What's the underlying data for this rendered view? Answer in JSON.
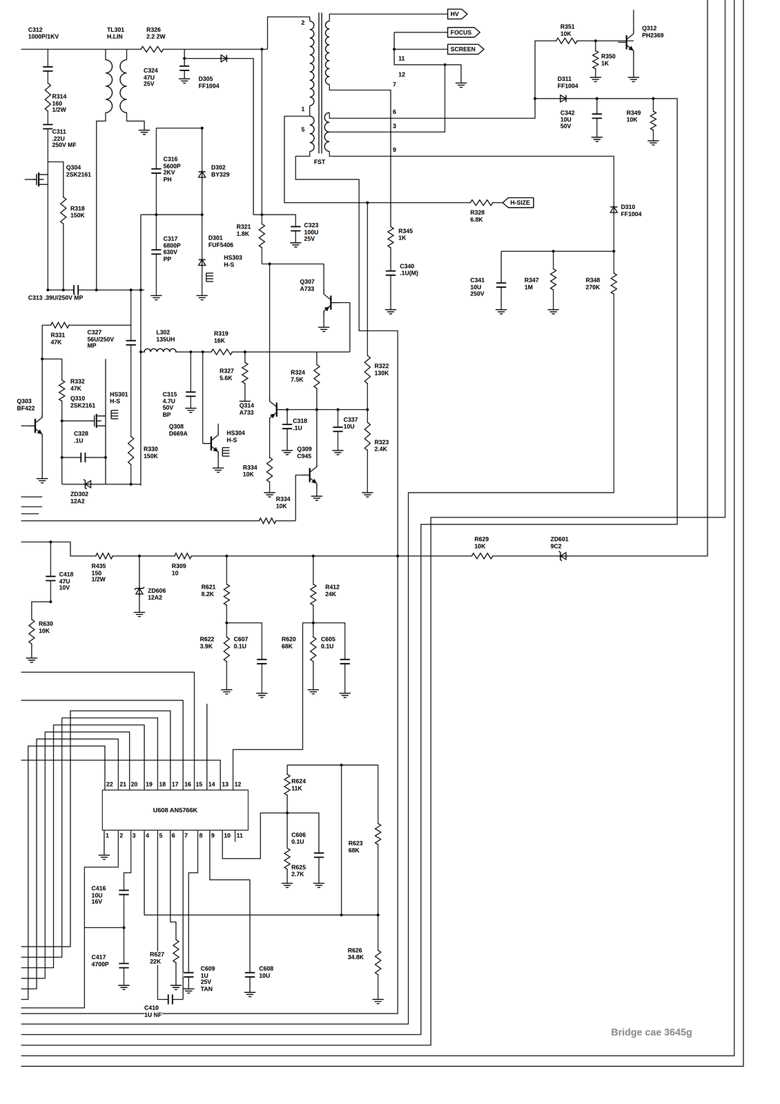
{
  "diagram": {
    "nodes": [
      {
        "text": [
          "HV"
        ]
      },
      {
        "text": [
          "FOCUS"
        ]
      },
      {
        "text": [
          "SCREEN"
        ]
      },
      {
        "text": [
          "H-SIZE"
        ]
      },
      {
        "text": [
          "U608 AN5766K"
        ]
      }
    ],
    "labels": [
      "C312",
      "1000P/1KV",
      "TL301",
      "H.LIN",
      "R326",
      "2.2 2W",
      "C324",
      "47U",
      "25V",
      "D305",
      "FF1004",
      "R314",
      "160",
      "1/2W",
      "C311",
      ".22U",
      "250V MF",
      "Q304",
      "2SK2161",
      "R318",
      "150K",
      "C313 .39U/250V MP",
      "C316",
      "5600P",
      "2KV",
      "PH",
      "D302",
      "BY329",
      "C317",
      "6800P",
      "630V",
      "PP",
      "D301",
      "FUF5406",
      "HS303",
      "H-S",
      "R331",
      "47K",
      "C327",
      "56U/250V",
      "MP",
      "L302",
      "135UH",
      "R319",
      "16K",
      "R332",
      "47K",
      "Q310",
      "2SK2161",
      "HS301",
      "H-S",
      "Q303",
      "BF422",
      "C328",
      ".1U",
      "R330",
      "150K",
      "ZD302",
      "12A2",
      "C315",
      "4.7U",
      "50V",
      "BP",
      "R327",
      "5.6K",
      "Q308",
      "D669A",
      "HS304",
      "H-S",
      "R321",
      "1.8K",
      "C323",
      "100U",
      "25V",
      "Q307",
      "A733",
      "R324",
      "7.5K",
      "Q314",
      "A733",
      "C318",
      ".1U",
      "C337",
      "10U",
      "Q309",
      "C945",
      "R334",
      "10K",
      "R334",
      "10K",
      "R322",
      "130K",
      "R323",
      "2.4K",
      "R345",
      "1K",
      "C340",
      ".1U(M)",
      "R328",
      "6.8K",
      "FST",
      "2",
      "1",
      "5",
      "11",
      "12",
      "7",
      "6",
      "3",
      "9",
      "R351",
      "10K",
      "Q312",
      "PH2369",
      "R350",
      "1K",
      "D311",
      "FF1004",
      "C342",
      "10U",
      "50V",
      "R349",
      "10K",
      "D310",
      "FF1004",
      "C341",
      "10U",
      "250V",
      "R347",
      "1M",
      "R348",
      "270K",
      "R629",
      "10K",
      "ZD601",
      "9C2",
      "C418",
      "47U",
      "10V",
      "R630",
      "10K",
      "R435",
      "150",
      "1/2W",
      "R309",
      "10",
      "ZD606",
      "12A2",
      "R621",
      "8.2K",
      "R412",
      "24K",
      "R622",
      "3.9K",
      "C607",
      "0.1U",
      "R620",
      "68K",
      "C605",
      "0.1U",
      "22",
      "21",
      "20",
      "19",
      "18",
      "17",
      "16",
      "15",
      "14",
      "13",
      "12",
      "1",
      "2",
      "3",
      "4",
      "5",
      "6",
      "7",
      "8",
      "9",
      "10",
      "11",
      "R624",
      "11K",
      "C606",
      "0.1U",
      "R625",
      "2.7K",
      "R623",
      "68K",
      "R626",
      "34.8K",
      "C416",
      "10U",
      "16V",
      "C417",
      "4700P",
      "R627",
      "22K",
      "C609",
      "1U",
      "25V",
      "TAN",
      "C608",
      "10U",
      "C410",
      "1U NF",
      "Bridge cae 3645g"
    ]
  }
}
